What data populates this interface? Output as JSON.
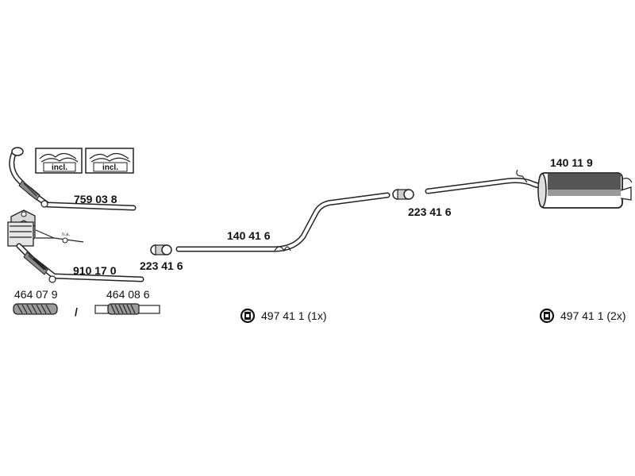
{
  "parts": {
    "downpipe": "759 03 8",
    "catalyst": "910 17 0",
    "flex_a": "464 07 9",
    "separator": "/",
    "flex_b": "464 08 6",
    "clamp_front": "223 41 6",
    "middle_pipe": "140 41 6",
    "clamp_rear": "223 41 6",
    "rear_muffler": "140 11 9"
  },
  "kit_notes": {
    "incl_1": "incl.",
    "incl_2": "incl.",
    "na_note": "n.a."
  },
  "mounting": {
    "front": "497 41 1 (1x)",
    "rear": "497 41 1 (2x)"
  },
  "icon_names": [
    "gasket-kit-icon",
    "rubber-hanger-icon"
  ]
}
